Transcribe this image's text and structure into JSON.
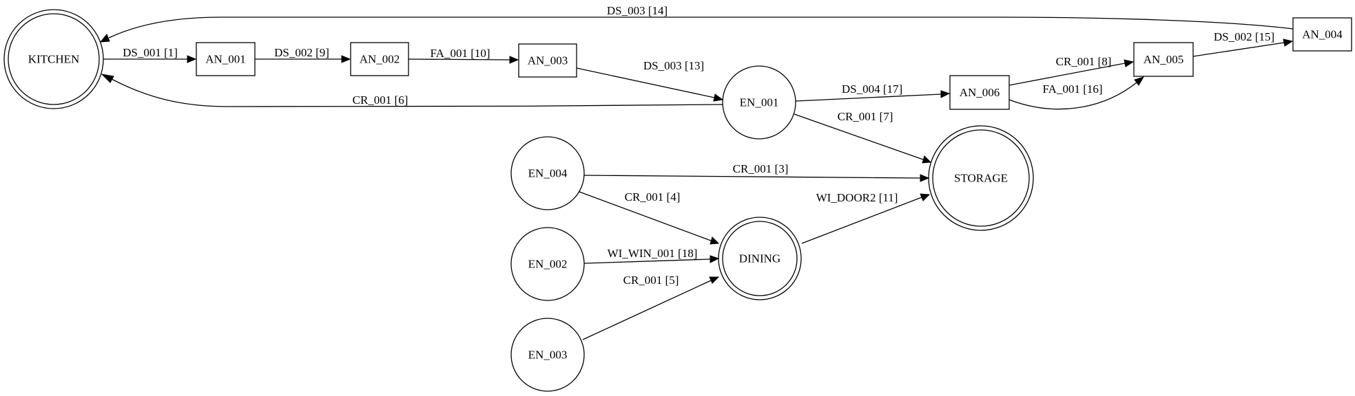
{
  "graph": {
    "nodes": [
      {
        "id": "KITCHEN",
        "label": "KITCHEN",
        "shape": "doublecircle"
      },
      {
        "id": "AN_001",
        "label": "AN_001",
        "shape": "box"
      },
      {
        "id": "AN_002",
        "label": "AN_002",
        "shape": "box"
      },
      {
        "id": "AN_003",
        "label": "AN_003",
        "shape": "box"
      },
      {
        "id": "EN_001",
        "label": "EN_001",
        "shape": "circle"
      },
      {
        "id": "AN_006",
        "label": "AN_006",
        "shape": "box"
      },
      {
        "id": "AN_005",
        "label": "AN_005",
        "shape": "box"
      },
      {
        "id": "AN_004",
        "label": "AN_004",
        "shape": "box"
      },
      {
        "id": "STORAGE",
        "label": "STORAGE",
        "shape": "doublecircle"
      },
      {
        "id": "EN_004",
        "label": "EN_004",
        "shape": "circle"
      },
      {
        "id": "DINING",
        "label": "DINING",
        "shape": "doublecircle"
      },
      {
        "id": "EN_002",
        "label": "EN_002",
        "shape": "circle"
      },
      {
        "id": "EN_003",
        "label": "EN_003",
        "shape": "circle"
      }
    ],
    "edges": [
      {
        "from": "KITCHEN",
        "to": "AN_001",
        "label": "DS_001 [1]"
      },
      {
        "from": "AN_001",
        "to": "AN_002",
        "label": "DS_002 [9]"
      },
      {
        "from": "AN_002",
        "to": "AN_003",
        "label": "FA_001 [10]"
      },
      {
        "from": "AN_003",
        "to": "EN_001",
        "label": "DS_003 [13]"
      },
      {
        "from": "EN_001",
        "to": "KITCHEN",
        "label": "CR_001 [6]"
      },
      {
        "from": "EN_001",
        "to": "AN_006",
        "label": "DS_004 [17]"
      },
      {
        "from": "EN_001",
        "to": "STORAGE",
        "label": "CR_001 [7]"
      },
      {
        "from": "AN_006",
        "to": "AN_005",
        "label": "CR_001 [8]"
      },
      {
        "from": "AN_006",
        "to": "AN_005",
        "label": "FA_001 [16]"
      },
      {
        "from": "AN_005",
        "to": "AN_004",
        "label": "DS_002 [15]"
      },
      {
        "from": "AN_004",
        "to": "KITCHEN",
        "label": "DS_003 [14]"
      },
      {
        "from": "EN_004",
        "to": "STORAGE",
        "label": "CR_001 [3]"
      },
      {
        "from": "EN_004",
        "to": "DINING",
        "label": "CR_001 [4]"
      },
      {
        "from": "EN_002",
        "to": "DINING",
        "label": "WI_WIN_001 [18]"
      },
      {
        "from": "EN_003",
        "to": "DINING",
        "label": "CR_001 [5]"
      },
      {
        "from": "DINING",
        "to": "STORAGE",
        "label": "WI_DOOR2 [11]"
      }
    ]
  }
}
